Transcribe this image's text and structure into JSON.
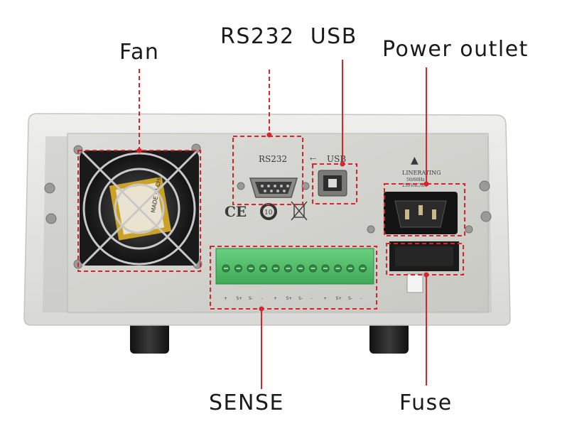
{
  "callouts": {
    "fan": "Fan",
    "rs232_usb": "RS232  USB",
    "power_outlet": "Power outlet",
    "sense": "SENSE",
    "fuse": "Fuse"
  },
  "panel": {
    "rs232_port_label": "RS232",
    "usb_port_label": "USB",
    "ce_mark": "CE",
    "rohs_mark": "10",
    "power_label_line1": "LINERATING",
    "power_label_line2": "50/60Hz",
    "power_label_line3": "230VAC/8A",
    "fan_sticker_text": "MADE IN CHINA",
    "sense_terminals": [
      "+",
      "S+",
      "S-",
      "-",
      "+",
      "S+",
      "S-",
      "-",
      "+",
      "S+",
      "S-",
      "-"
    ]
  },
  "colors": {
    "callout_line": "#d9252a",
    "chassis": "#e4e5e2",
    "panel": "#d2d2cd",
    "terminal_green": "#4fbf6a"
  }
}
